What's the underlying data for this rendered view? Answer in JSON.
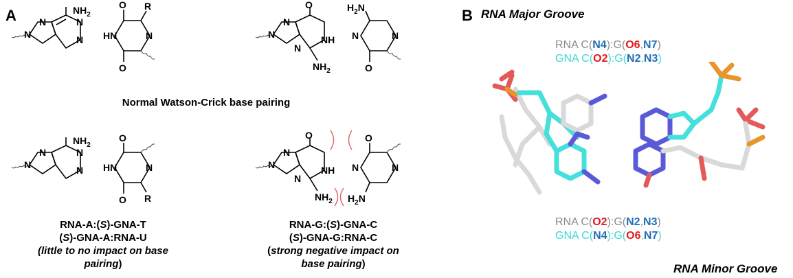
{
  "panelA": {
    "letter": "A",
    "atoms": {
      "N": "N",
      "NH": "NH",
      "HN": "HN",
      "O": "O",
      "R": "R",
      "NH2": "NH",
      "H2N": "H",
      "sub2": "2",
      "NH2_pre": "N",
      "H2N_post": "N"
    },
    "normal_caption": "Normal Watson-Crick base pairing",
    "left_caption": {
      "line1_pre": "RNA-A:(",
      "line1_it": "S",
      "line1_post": ")-GNA-T",
      "line2_pre": "(",
      "line2_it": "S",
      "line2_post": ")-GNA-A:RNA-U",
      "line3": "(little to no impact on base",
      "line4_it": "pairing",
      "line4_post": ")"
    },
    "right_caption": {
      "line1_pre": "RNA-G:(",
      "line1_it": "S",
      "line1_post": ")-GNA-C",
      "line2_pre": "(",
      "line2_it": "S",
      "line2_post": ")-GNA-G:RNA-C",
      "line3_pre": "(",
      "line3_it": "strong negative impact on",
      "line4_it": "base pairing",
      "line4_post": ")"
    }
  },
  "panelB": {
    "letter": "B",
    "major_groove": "RNA Major Groove",
    "minor_groove": "RNA Minor Groove",
    "top_legend": {
      "row1": {
        "prefix": "RNA C(",
        "a": "N4",
        "mid": "):G(",
        "b": "O6",
        "comma": ",",
        "c": "N7",
        "end": ")"
      },
      "row2": {
        "prefix": "GNA C(",
        "a": "O2",
        "mid": "):G(",
        "b": "N2",
        "comma": ",",
        "c": "N3",
        "end": ")"
      }
    },
    "bottom_legend": {
      "row1": {
        "prefix": "RNA C(",
        "a": "O2",
        "mid": "):G(",
        "b": "N2",
        "comma": ",",
        "c": "N3",
        "end": ")"
      },
      "row2": {
        "prefix": "GNA C(",
        "a": "N4",
        "mid": "):G(",
        "b": "O6",
        "comma": ",",
        "c": "N7",
        "end": ")"
      }
    },
    "colors": {
      "rna_carbon": "#d9d9d9",
      "gna_carbon": "#45e0dc",
      "nitrogen": "#5a5ad8",
      "oxygen": "#e35a5a",
      "phosphorus": "#e8962c"
    }
  }
}
